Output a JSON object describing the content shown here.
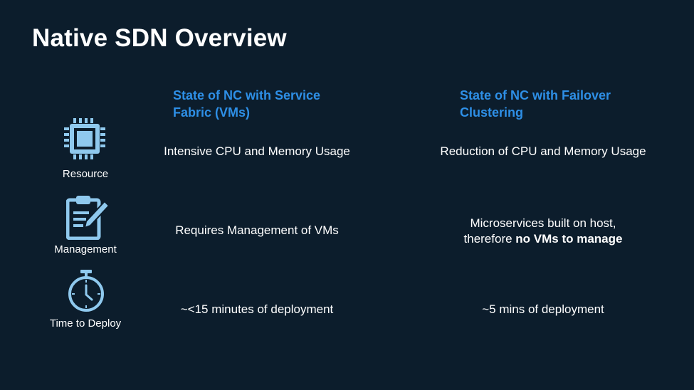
{
  "title": "Native SDN Overview",
  "columns": {
    "col1_header": "State of NC with Service Fabric (VMs)",
    "col2_header": "State of NC with Failover Clustering"
  },
  "rows": [
    {
      "icon": "cpu-chip-icon",
      "label": "Resource",
      "col1": "Intensive CPU and Memory Usage",
      "col2": "Reduction of CPU and Memory Usage"
    },
    {
      "icon": "clipboard-edit-icon",
      "label": "Management",
      "col1": "Requires Management of VMs",
      "col2_line1": "Microservices built on host,",
      "col2_line2_prefix": "therefore ",
      "col2_line2_bold": "no VMs to manage"
    },
    {
      "icon": "stopwatch-icon",
      "label": "Time to Deploy",
      "col1": "~<15 minutes of deployment",
      "col2": "~5 mins of deployment"
    }
  ],
  "colors": {
    "background": "#0c1d2c",
    "accent": "#2e8fe6",
    "icon_fill": "#8fc9ee"
  }
}
